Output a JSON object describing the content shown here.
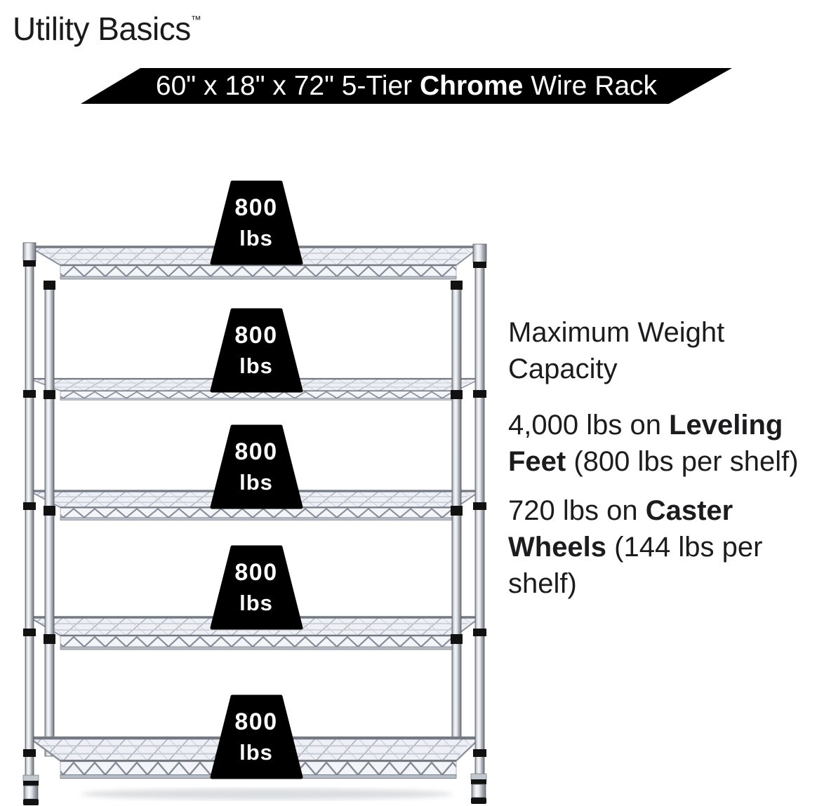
{
  "brand": {
    "name": "Utility Basics",
    "trademark": "™"
  },
  "banner": {
    "prefix": "60\" x 18\" x 72\" 5-Tier ",
    "material": "Chrome",
    "suffix": " Wire Rack"
  },
  "shelf_labels": [
    {
      "value": "800",
      "unit": "lbs"
    },
    {
      "value": "800",
      "unit": "lbs"
    },
    {
      "value": "800",
      "unit": "lbs"
    },
    {
      "value": "800",
      "unit": "lbs"
    },
    {
      "value": "800",
      "unit": "lbs"
    }
  ],
  "info": {
    "heading": "Maximum Weight Capacity",
    "items": [
      {
        "prefix": "4,000 lbs on ",
        "bold": "Leveling Feet",
        "suffix": " (800 lbs per shelf)"
      },
      {
        "prefix": "720 lbs on ",
        "bold": "Caster Wheels",
        "suffix": " (144 lbs per shelf)"
      }
    ]
  },
  "colors": {
    "accent_black": "#000000",
    "text": "#1c1c1e",
    "banner_text": "#ffffff",
    "chrome_light": "#f6f8fa",
    "chrome_dark": "#74797f",
    "wire": "#aab0bd"
  }
}
